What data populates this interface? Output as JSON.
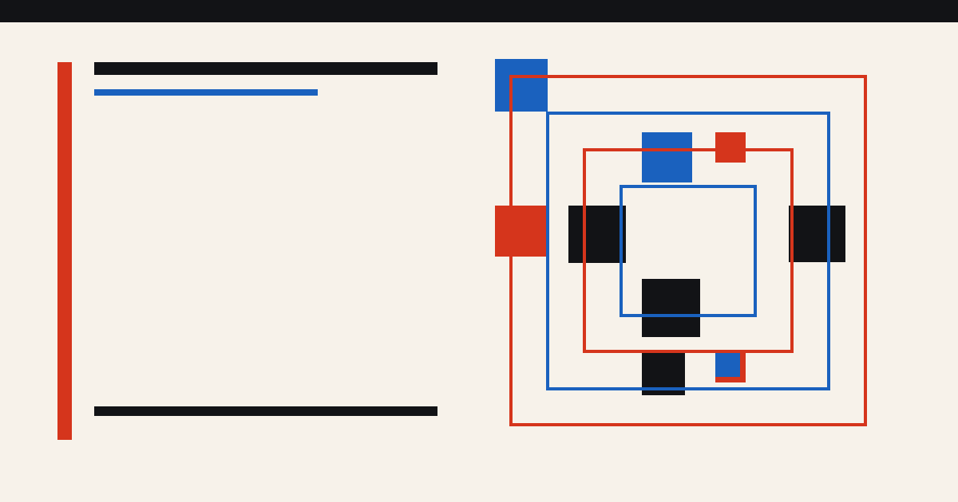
{
  "colors": {
    "background": "#f7f2ea",
    "top_bar": "#121316",
    "red": "#d5351c",
    "blue": "#1a61be",
    "black": "#121316"
  },
  "left_panel": {
    "accent_bar_color": "red",
    "title_rule_color": "black",
    "subtitle_rule_color": "blue",
    "footer_rule_color": "black"
  },
  "composition": {
    "frames": [
      {
        "name": "outer-red-frame",
        "color": "red"
      },
      {
        "name": "blue-frame",
        "color": "blue"
      },
      {
        "name": "inner-red-frame",
        "color": "red"
      },
      {
        "name": "inner-blue-frame",
        "color": "blue"
      }
    ],
    "blocks": [
      {
        "name": "blue-corner-block",
        "color": "blue"
      },
      {
        "name": "red-side-block",
        "color": "red"
      },
      {
        "name": "blue-top-block",
        "color": "blue"
      },
      {
        "name": "red-small-block",
        "color": "red"
      },
      {
        "name": "black-left-block",
        "color": "black"
      },
      {
        "name": "black-right-block",
        "color": "black"
      },
      {
        "name": "black-center-block",
        "color": "black"
      },
      {
        "name": "black-bottom-block",
        "color": "black"
      },
      {
        "name": "red-small-bottom-block",
        "color": "red"
      },
      {
        "name": "blue-small-bottom-block",
        "color": "blue"
      }
    ]
  }
}
